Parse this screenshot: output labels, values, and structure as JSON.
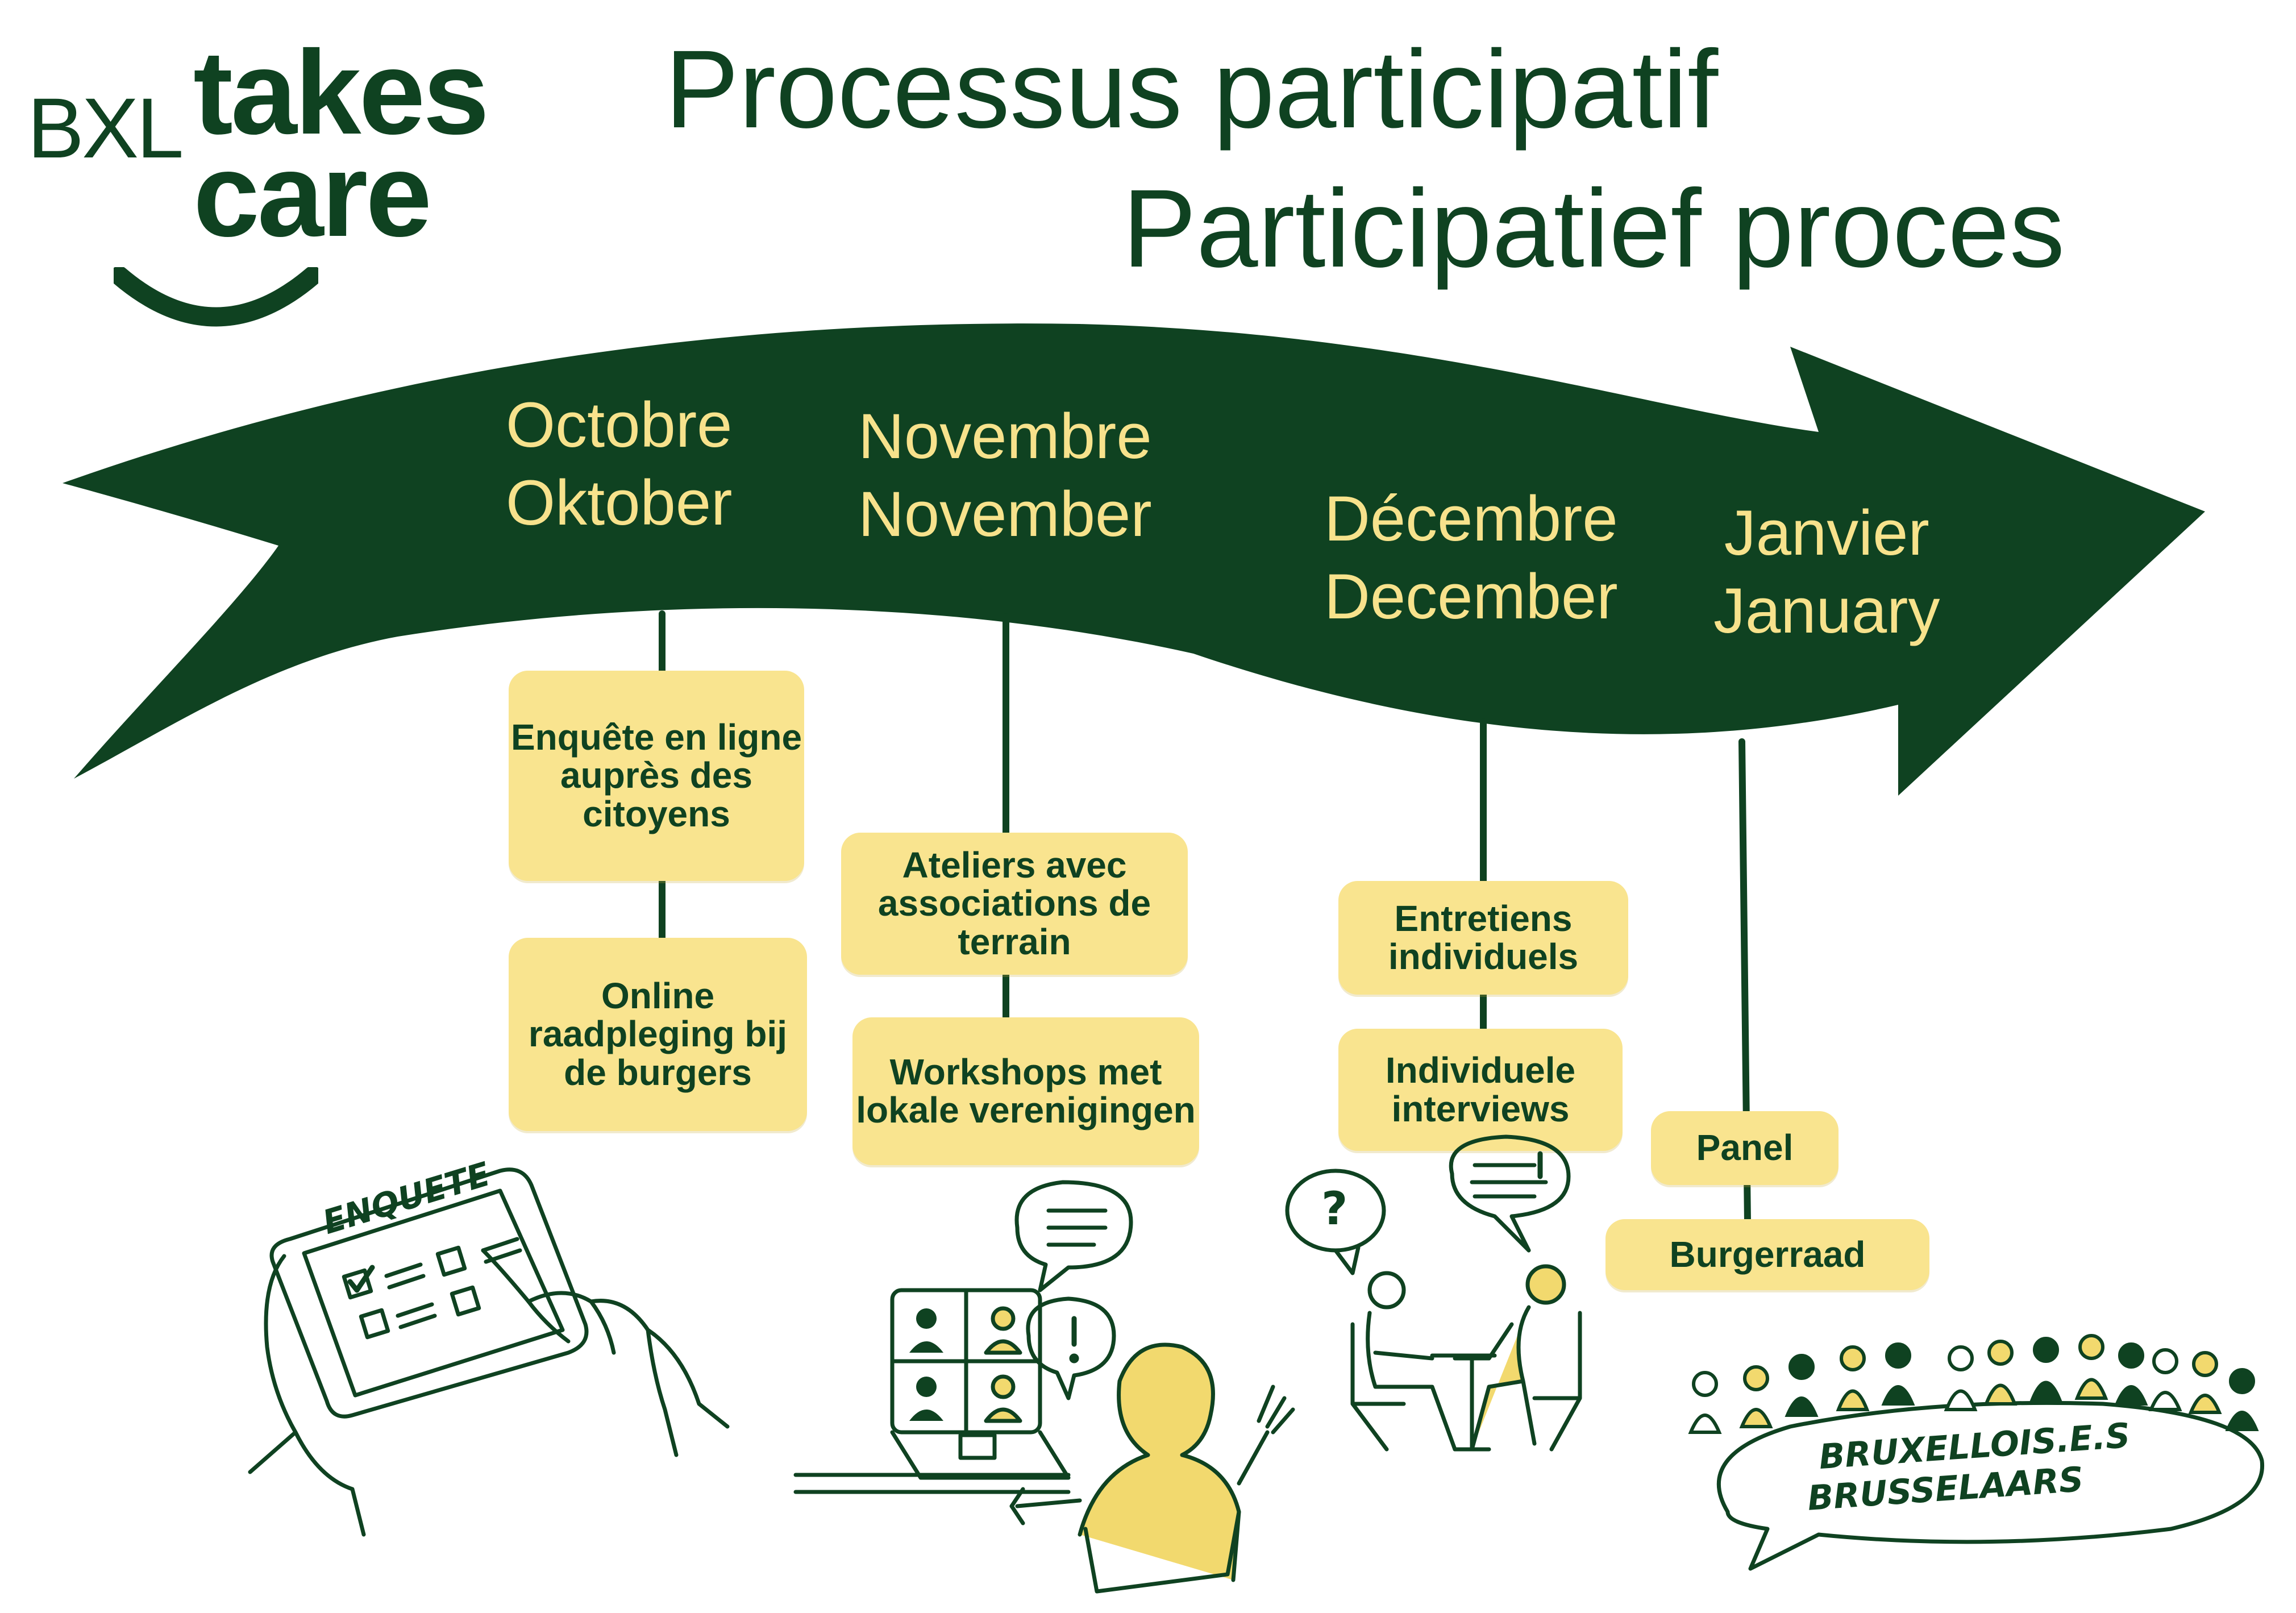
{
  "logo": {
    "bxl": "BXL",
    "takes": "takes",
    "care": "care"
  },
  "title": {
    "fr": "Processus participatif",
    "nl": "Participatief proces"
  },
  "months": [
    {
      "fr": "Octobre",
      "nl": "Oktober"
    },
    {
      "fr": "Novembre",
      "nl": "November"
    },
    {
      "fr": "Décembre",
      "nl": "December"
    },
    {
      "fr": "Janvier",
      "nl": "January"
    }
  ],
  "steps": {
    "october": {
      "fr": "Enquête en ligne auprès des citoyens",
      "nl": "Online raadpleging bij de burgers"
    },
    "november": {
      "fr": "Ateliers avec associations de terrain",
      "nl": "Workshops met lokale verenigingen"
    },
    "december": {
      "fr": "Entretiens individuels",
      "nl": "Individuele interviews"
    },
    "january": {
      "fr": "Panel",
      "nl": "Burgerraad"
    }
  },
  "illustrations": {
    "tablet_label": "ENQUETE",
    "crowd_label_fr": "BRUXELLOIS.E.S",
    "crowd_label_nl": "BRUSSELAARS",
    "question_mark": "?",
    "exclamation": "!"
  },
  "colors": {
    "dark_green": "#0f4221",
    "yellow": "#f9e48f",
    "month_text": "#f7e28c",
    "background": "#ffffff"
  }
}
